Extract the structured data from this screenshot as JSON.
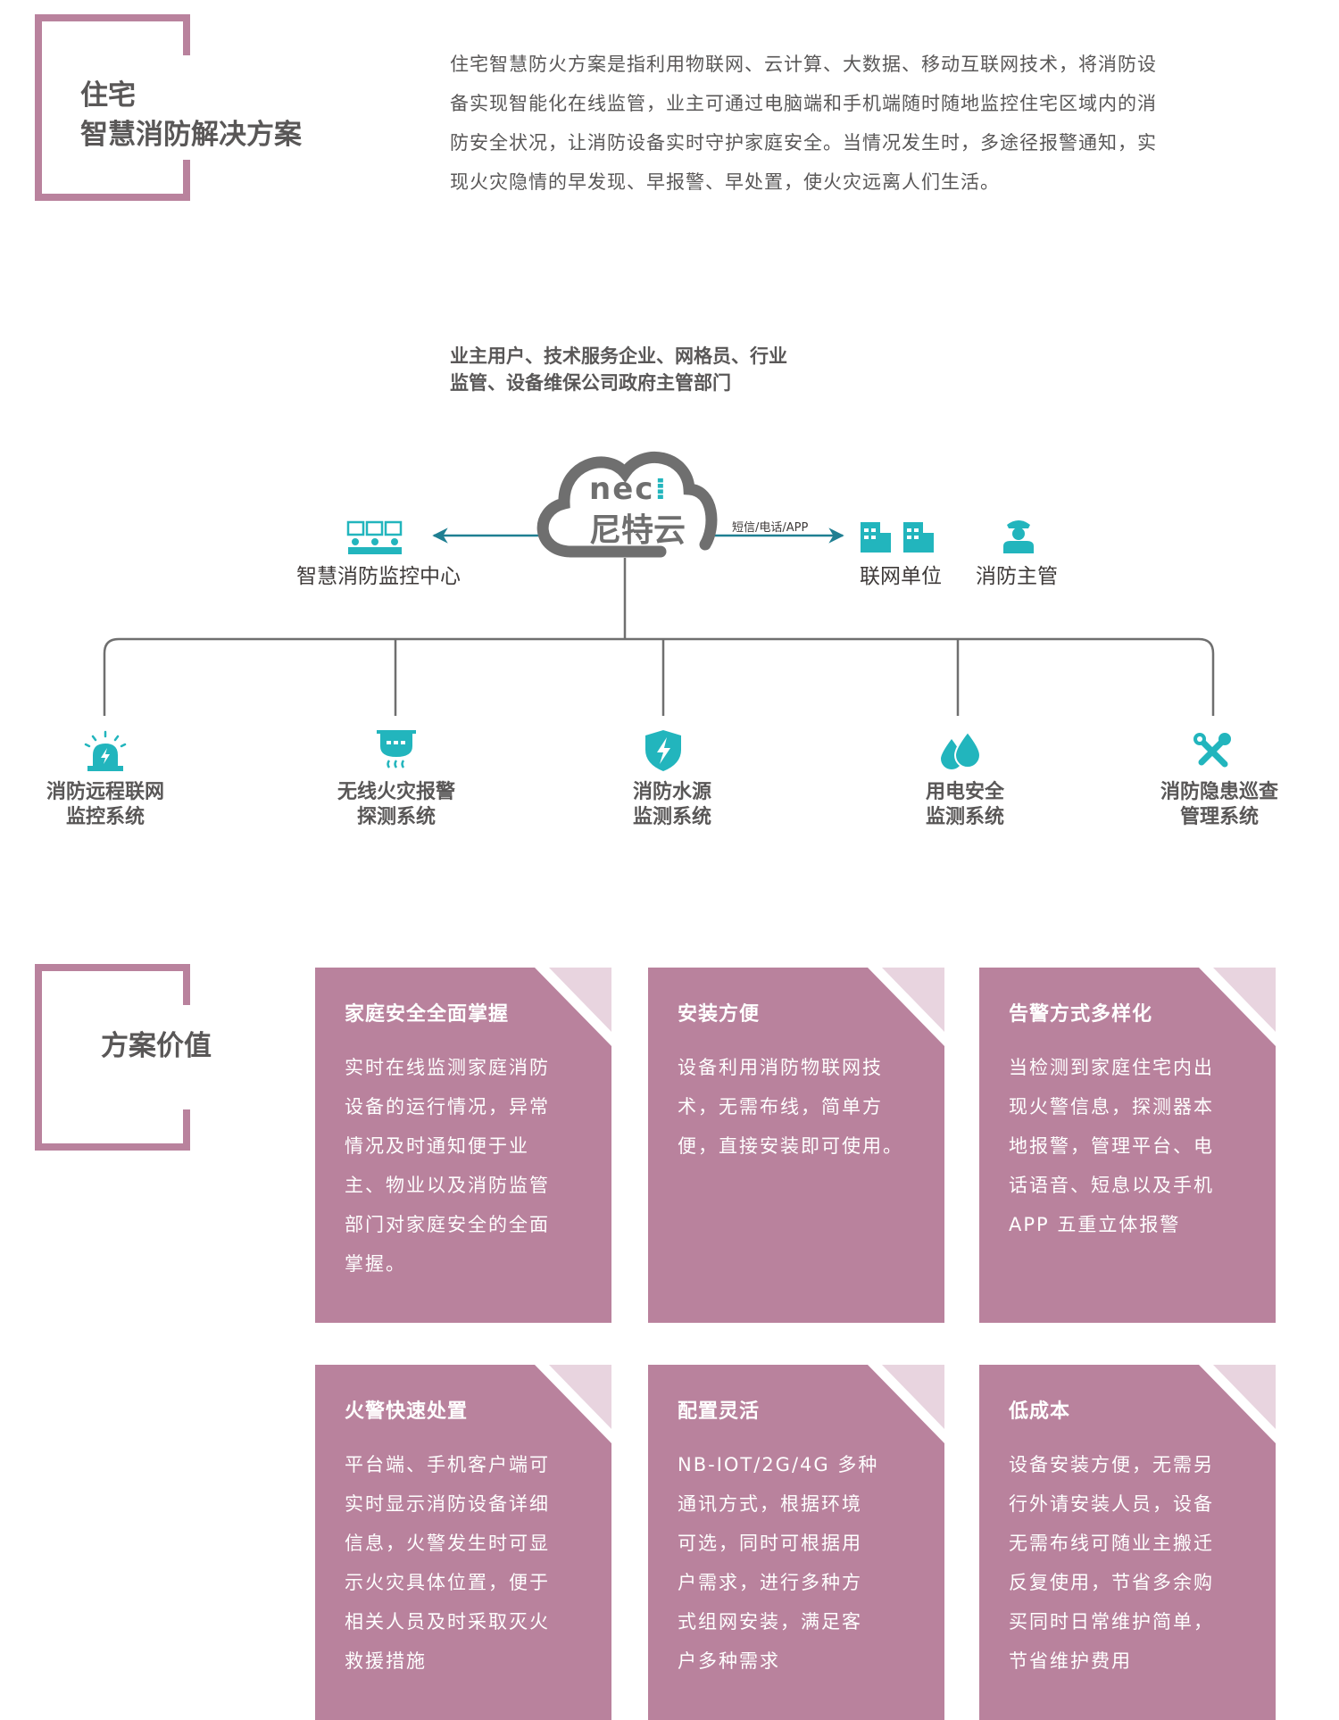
{
  "header": {
    "title_line1": "住宅",
    "title_line2": "智慧消防解决方案",
    "intro": [
      "住宅智慧防火方案是指利用物联网、云计算、大数据、移动互联网技术，将消防设",
      "备实现智能化在线监管，业主可通过电脑端和手机端随时随地监控住宅区域内的消",
      "防安全状况，让消防设备实时守护家庭安全。当情况发生时，多途径报警通知，实",
      "现火灾隐情的早发现、早报警、早处置，使火灾远离人们生活。"
    ]
  },
  "diagram": {
    "users": [
      "业主用户、技术服务企业、网格员、行业",
      "监管、设备维保公司政府主管部门"
    ],
    "logo": {
      "en": "nec",
      "cn": "尼特云"
    },
    "channel": "短信/电话/APP",
    "left_node": "智慧消防监控中心",
    "right_nodes": [
      "联网单位",
      "消防主管"
    ],
    "systems": [
      {
        "icon": "alarm-light-icon",
        "lines": [
          "消防远程联网",
          "监控系统"
        ]
      },
      {
        "icon": "smoke-detector-icon",
        "lines": [
          "无线火灾报警",
          "探测系统"
        ]
      },
      {
        "icon": "shield-bolt-icon",
        "lines": [
          "消防水源",
          "监测系统"
        ]
      },
      {
        "icon": "water-drop-icon",
        "lines": [
          "用电安全",
          "监测系统"
        ]
      },
      {
        "icon": "tools-icon",
        "lines": [
          "消防隐患巡查",
          "管理系统"
        ]
      }
    ],
    "accent": "#22b5bd"
  },
  "value": {
    "title": "方案价值",
    "color": "#b9829d",
    "cards": [
      {
        "title": "家庭安全全面掌握",
        "lines": [
          "实时在线监测家庭消防",
          "设备的运行情况，异常",
          "情况及时通知便于业",
          "主、物业以及消防监管",
          "部门对家庭安全的全面",
          "掌握。"
        ]
      },
      {
        "title": "安装方便",
        "lines": [
          "设备利用消防物联网技",
          "术，无需布线，简单方",
          "便，直接安装即可使用。"
        ]
      },
      {
        "title": "告警方式多样化",
        "lines": [
          "当检测到家庭住宅内出",
          "现火警信息，探测器本",
          "地报警，管理平台、电",
          "话语音、短息以及手机",
          "APP 五重立体报警"
        ]
      },
      {
        "title": "火警快速处置",
        "lines": [
          "平台端、手机客户端可",
          "实时显示消防设备详细",
          "信息，火警发生时可显",
          "示火灾具体位置，便于",
          "相关人员及时采取灭火",
          "救援措施"
        ]
      },
      {
        "title": "配置灵活",
        "lines": [
          "NB-IOT/2G/4G 多种",
          "通讯方式，根据环境",
          "可选，同时可根据用",
          "户需求，进行多种方",
          "式组网安装，满足客",
          "户多种需求"
        ]
      },
      {
        "title": "低成本",
        "lines": [
          "设备安装方便，无需另",
          "行外请安装人员，设备",
          "无需布线可随业主搬迁",
          "反复使用，节省多余购",
          "买同时日常维护简单，",
          "节省维护费用"
        ]
      }
    ]
  }
}
